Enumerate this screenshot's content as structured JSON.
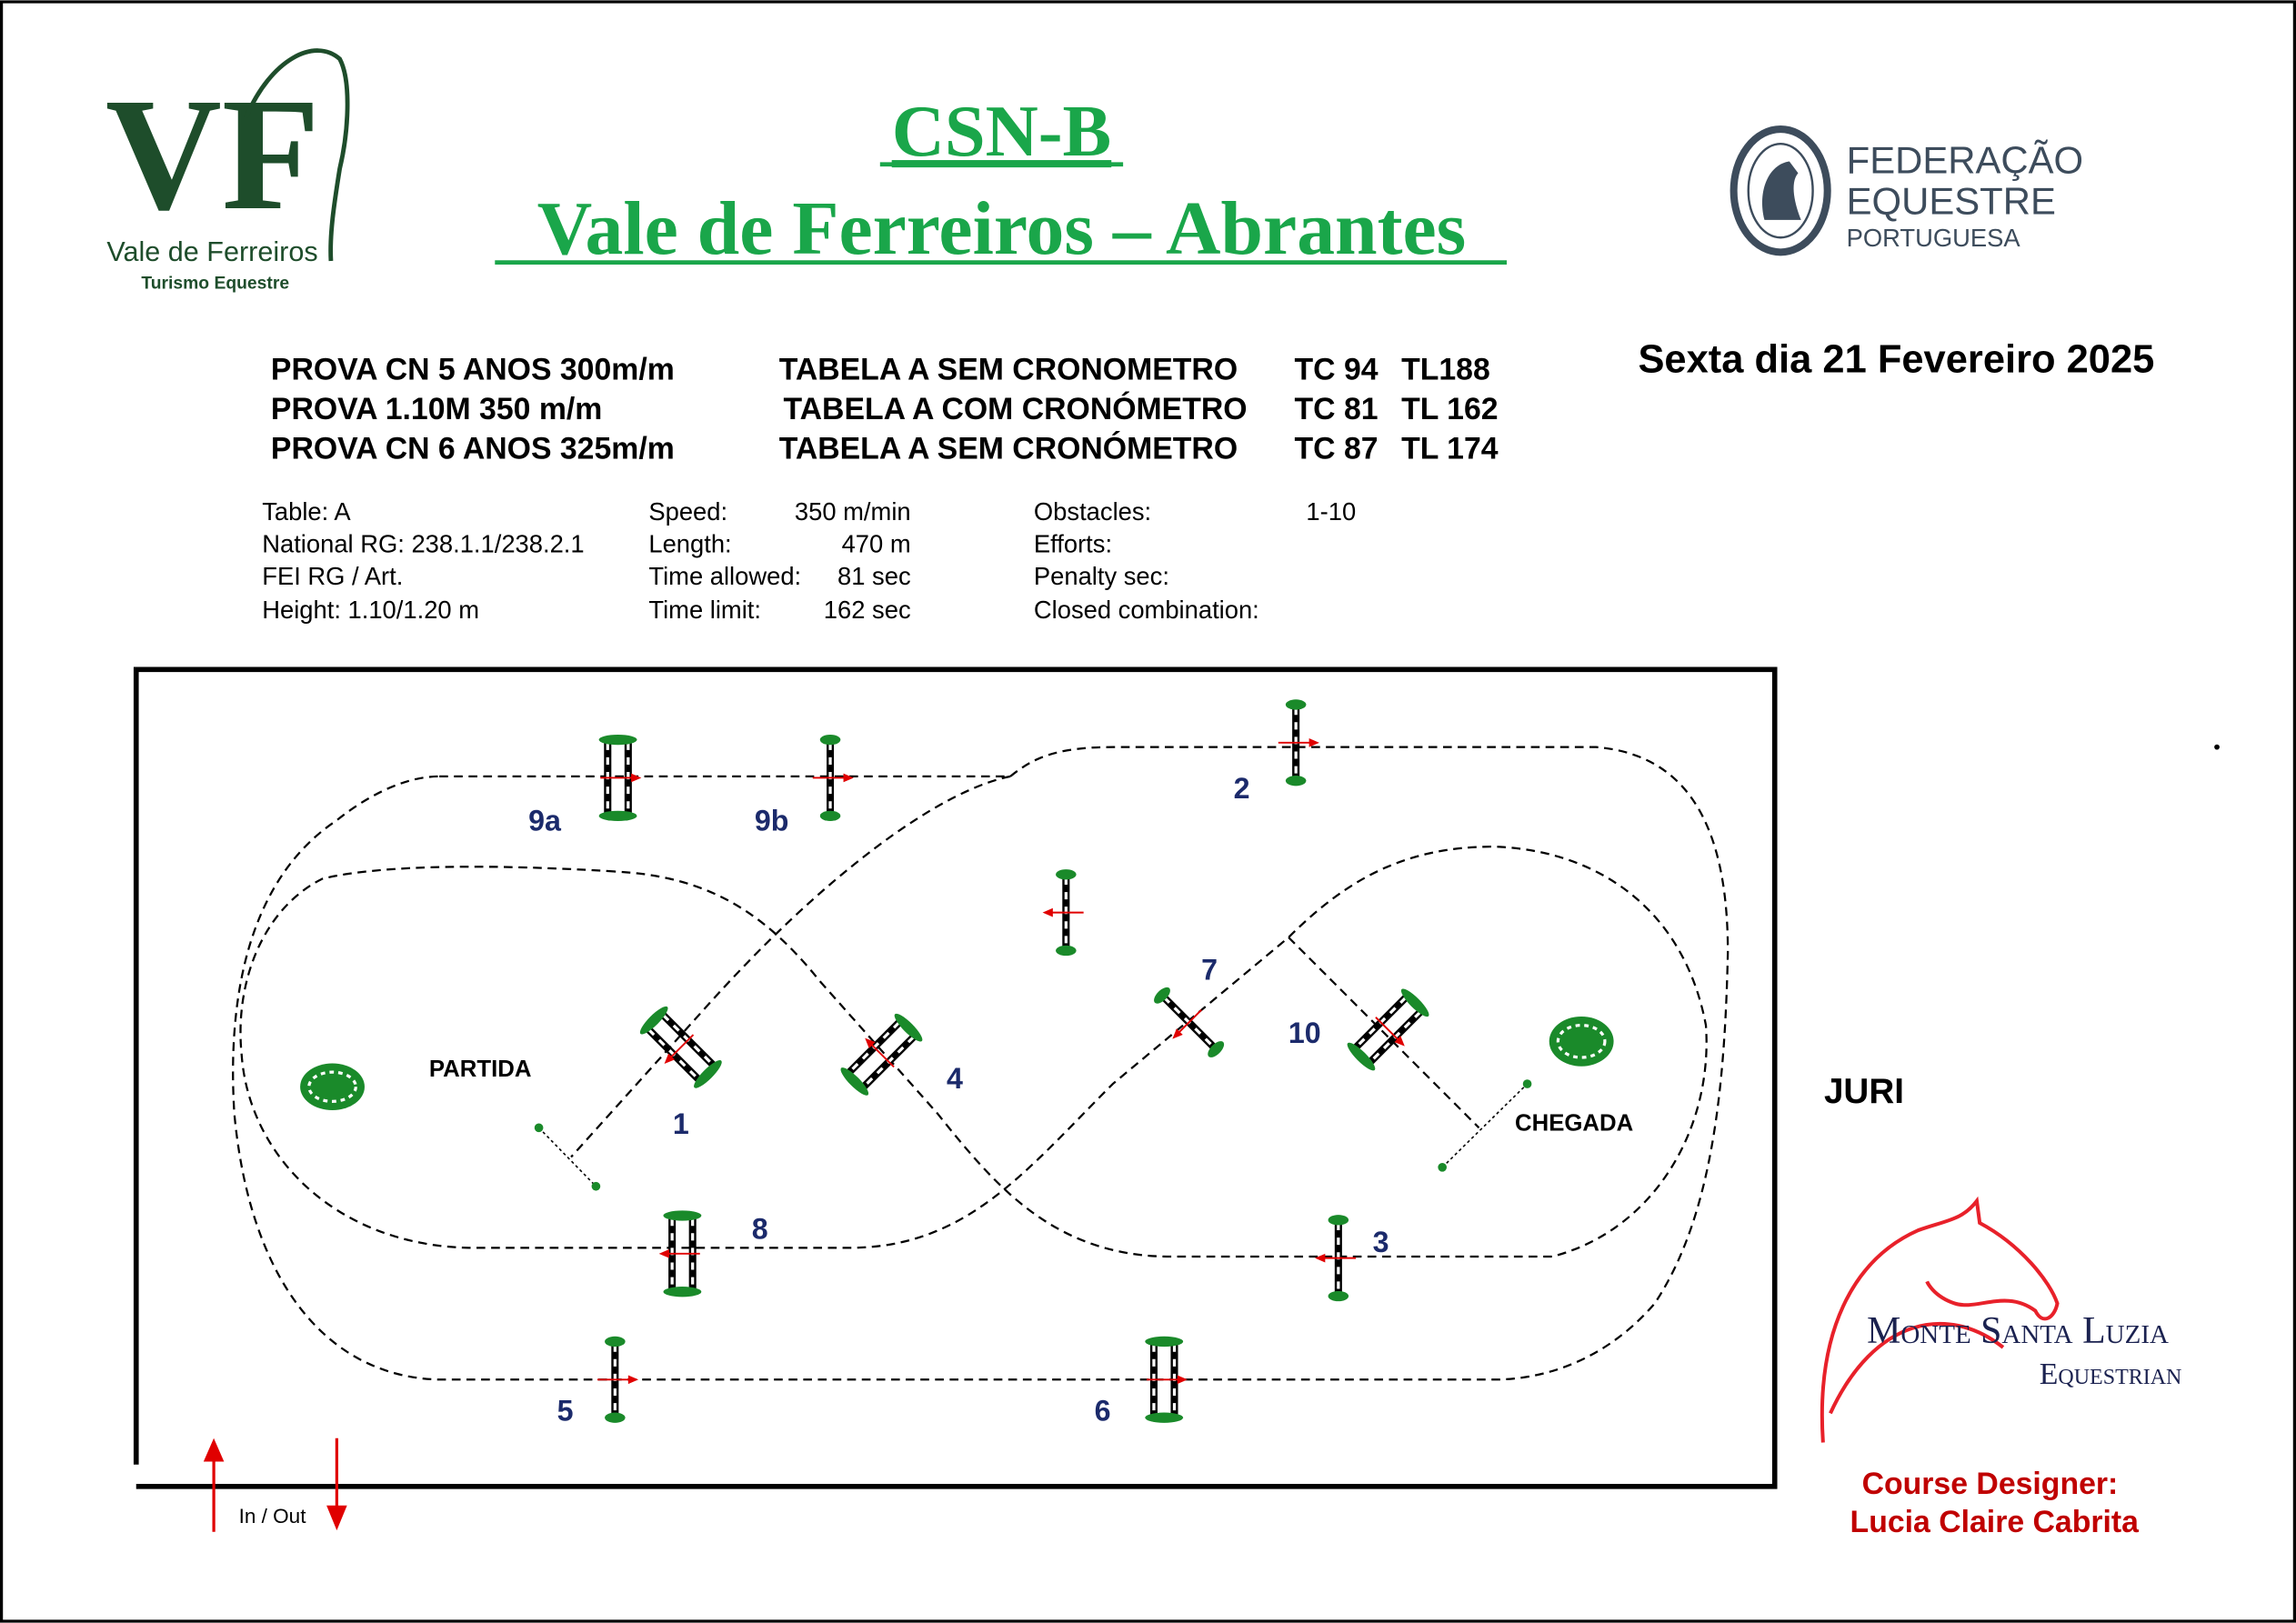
{
  "header": {
    "title": "CSN-B",
    "subtitle": "Vale de Ferreiros – Abrantes",
    "date": "Sexta dia 21 Fevereiro 2025",
    "title_color": "#1aa64a"
  },
  "logos": {
    "left": {
      "monogram": "VF",
      "name": "Vale de Ferreiros",
      "tagline": "Turismo Equestre"
    },
    "right": {
      "line1": "FEDERAÇÃO",
      "line2": "EQUESTRE",
      "line3": "PORTUGUESA",
      "seal": "FEDERAÇÃO EQUESTRE PORTUGUESA"
    },
    "bottom": {
      "line1": "Monte Santa Luzia",
      "line2": "Equestrian"
    }
  },
  "classes": [
    {
      "name": "PROVA CN 5 ANOS 300m/m",
      "table": "TABELA A SEM CRONOMETRO",
      "tc": "TC 94",
      "tl": "TL188"
    },
    {
      "name": "PROVA 1.10M 350 m/m",
      "table": "TABELA A COM CRONÓMETRO",
      "tc": "TC 81",
      "tl": "TL 162"
    },
    {
      "name": "PROVA CN 6 ANOS 325m/m",
      "table": "TABELA A SEM CRONÓMETRO",
      "tc": "TC 87",
      "tl": "TL 174"
    }
  ],
  "info": {
    "col1": [
      "Table: A",
      "National RG: 238.1.1/238.2.1",
      "FEI RG / Art.",
      "Height: 1.10/1.20 m"
    ],
    "col2_labels": [
      "Speed:",
      "Length:",
      "Time allowed:",
      "Time limit:"
    ],
    "col2_values": [
      "350 m/min",
      "470 m",
      "81 sec",
      "162 sec"
    ],
    "col3_labels": [
      "Obstacles:",
      "Efforts:",
      "Penalty sec:",
      "Closed combination:"
    ],
    "col3_values": [
      "1-10",
      "",
      "",
      ""
    ]
  },
  "arena": {
    "start_label": "PARTIDA",
    "finish_label": "CHEGADA",
    "jury_label": "JURI",
    "in_out_label": "In / Out",
    "obstacles": [
      {
        "id": "9a",
        "label": "9a",
        "type": "oxer"
      },
      {
        "id": "9b",
        "label": "9b",
        "type": "vertical"
      },
      {
        "id": "2",
        "label": "2",
        "type": "vertical"
      },
      {
        "id": "x",
        "label": "",
        "type": "vertical"
      },
      {
        "id": "1",
        "label": "1",
        "type": "oxer"
      },
      {
        "id": "4",
        "label": "4",
        "type": "oxer"
      },
      {
        "id": "7",
        "label": "7",
        "type": "vertical"
      },
      {
        "id": "10",
        "label": "10",
        "type": "oxer"
      },
      {
        "id": "8",
        "label": "8",
        "type": "oxer"
      },
      {
        "id": "3",
        "label": "3",
        "type": "vertical"
      },
      {
        "id": "5",
        "label": "5",
        "type": "vertical"
      },
      {
        "id": "6",
        "label": "6",
        "type": "oxer"
      }
    ]
  },
  "designer": {
    "label": "Course Designer:",
    "name": "Lucia Claire Cabrita",
    "color": "#c00000"
  }
}
